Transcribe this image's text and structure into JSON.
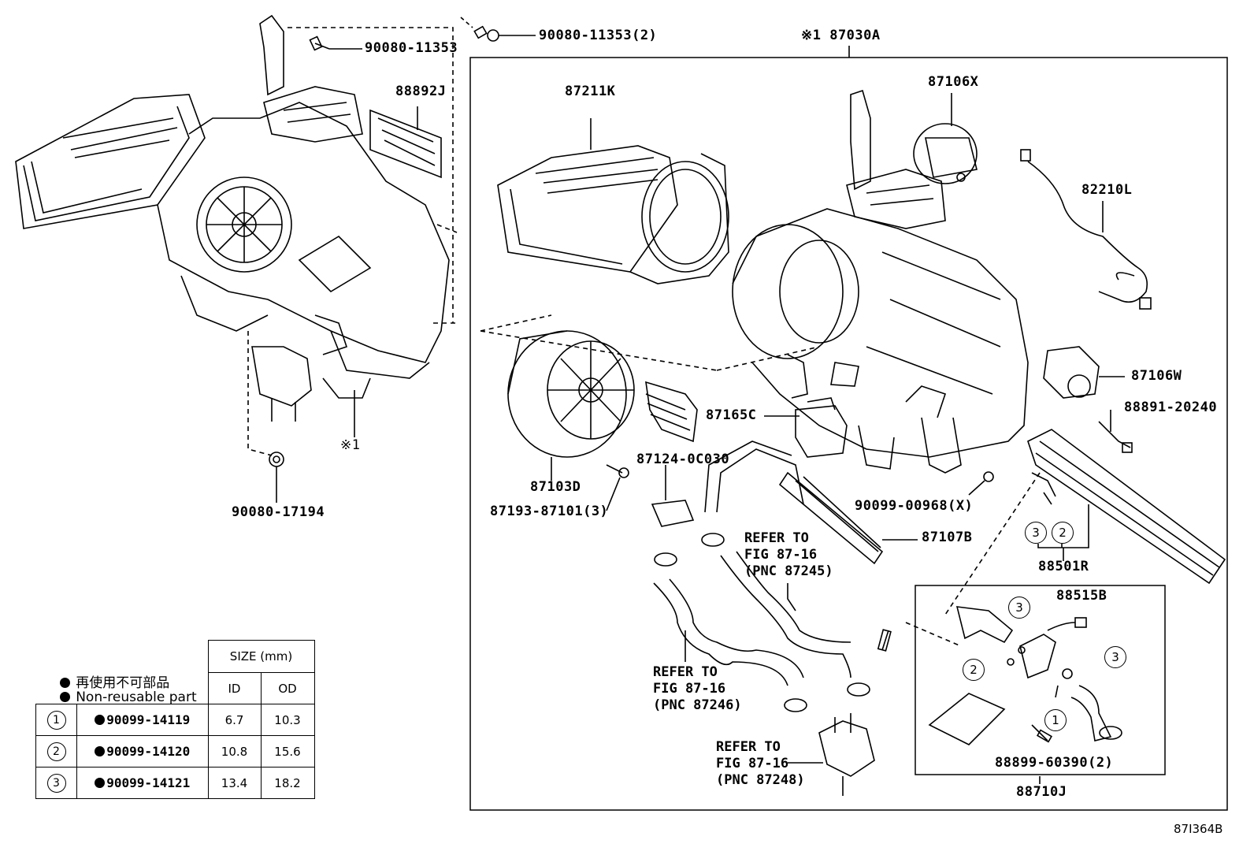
{
  "labels": {
    "p90080_11353_a": "90080-11353",
    "p88892j": "88892J",
    "p90080_17194": "90080-17194",
    "star1_left": "※1",
    "p90080_11353_b": "90080-11353(2)",
    "p87030a": "※1 87030A",
    "p87211k": "87211K",
    "p87106x": "87106X",
    "p82210l": "82210L",
    "p87106w": "87106W",
    "p88891": "88891-20240",
    "p87165c": "87165C",
    "p87103d": "87103D",
    "p87124": "87124-0C030",
    "p87193": "87193-87101(3)",
    "p90099_00968": "90099-00968(X)",
    "p87107b": "87107B",
    "p88501r": "88501R",
    "p88515b": "88515B",
    "p88899": "88899-60390(2)",
    "p88710j": "88710J",
    "ref1": "REFER TO\nFIG 87-16\n(PNC 87245)",
    "ref2": "REFER TO\nFIG 87-16\n(PNC 87246)",
    "ref3": "REFER TO\nFIG 87-16\n(PNC 87248)",
    "drawing_no": "87I364B"
  },
  "callouts": {
    "c1": "1",
    "c2": "2",
    "c3": "3"
  },
  "legend": {
    "jp": "再使用不可部品",
    "en": "Non-reusable part"
  },
  "size_table": {
    "header_size": "SIZE (mm)",
    "header_id": "ID",
    "header_od": "OD",
    "rows": [
      {
        "num": "1",
        "part": "90099-14119",
        "id": "6.7",
        "od": "10.3"
      },
      {
        "num": "2",
        "part": "90099-14120",
        "id": "10.8",
        "od": "15.6"
      },
      {
        "num": "3",
        "part": "90099-14121",
        "id": "13.4",
        "od": "18.2"
      }
    ]
  }
}
